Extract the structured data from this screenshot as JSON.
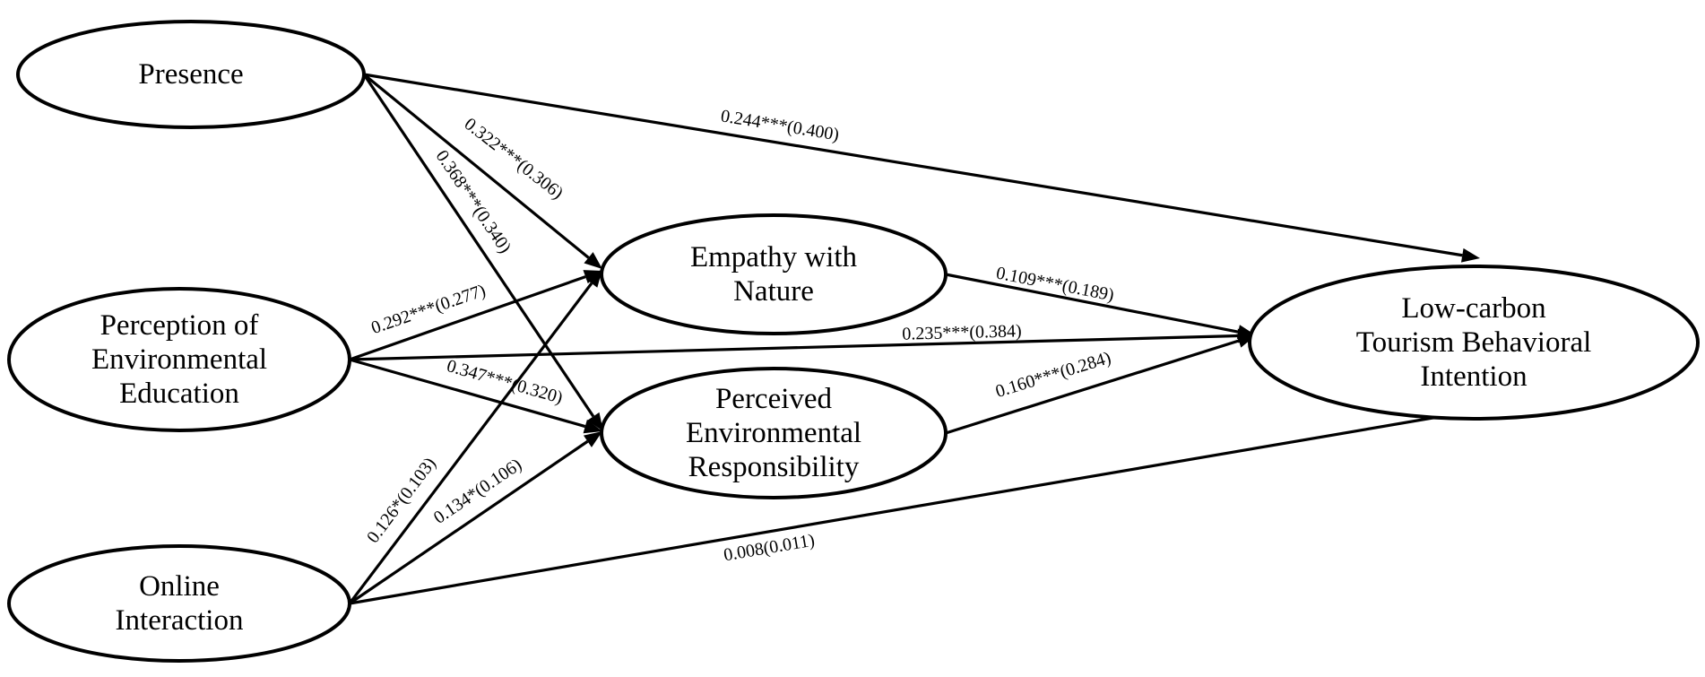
{
  "nodes": [
    {
      "id": "presence",
      "lines": [
        "Presence"
      ]
    },
    {
      "id": "pee",
      "lines": [
        "Perception of",
        "Environmental",
        "Education"
      ]
    },
    {
      "id": "online",
      "lines": [
        "Online",
        "Interaction"
      ]
    },
    {
      "id": "empathy",
      "lines": [
        "Empathy with",
        "Nature"
      ]
    },
    {
      "id": "per",
      "lines": [
        "Perceived",
        "Environmental",
        "Responsibility"
      ]
    },
    {
      "id": "lctbi",
      "lines": [
        "Low-carbon",
        "Tourism Behavioral",
        "Intention"
      ]
    }
  ],
  "edges": [
    {
      "id": "presence-lctbi",
      "from": "presence",
      "to": "lctbi",
      "label": "0.244***(0.400)"
    },
    {
      "id": "presence-empathy",
      "from": "presence",
      "to": "empathy",
      "label": "0.322***(0.306)"
    },
    {
      "id": "presence-per",
      "from": "presence",
      "to": "per",
      "label": "0.368***(0.340)"
    },
    {
      "id": "pee-empathy",
      "from": "pee",
      "to": "empathy",
      "label": "0.292***(0.277)"
    },
    {
      "id": "pee-lctbi",
      "from": "pee",
      "to": "lctbi",
      "label": "0.235***(0.384)"
    },
    {
      "id": "pee-per",
      "from": "pee",
      "to": "per",
      "label": "0.347***(0.320)"
    },
    {
      "id": "online-empathy",
      "from": "online",
      "to": "empathy",
      "label": "0.126*(0.103)"
    },
    {
      "id": "online-per",
      "from": "online",
      "to": "per",
      "label": "0.134*(0.106)"
    },
    {
      "id": "online-lctbi",
      "from": "online",
      "to": "lctbi",
      "label": "0.008(0.011)"
    },
    {
      "id": "empathy-lctbi",
      "from": "empathy",
      "to": "lctbi",
      "label": "0.109***(0.189)"
    },
    {
      "id": "per-lctbi",
      "from": "per",
      "to": "lctbi",
      "label": "0.160***(0.284)"
    }
  ]
}
